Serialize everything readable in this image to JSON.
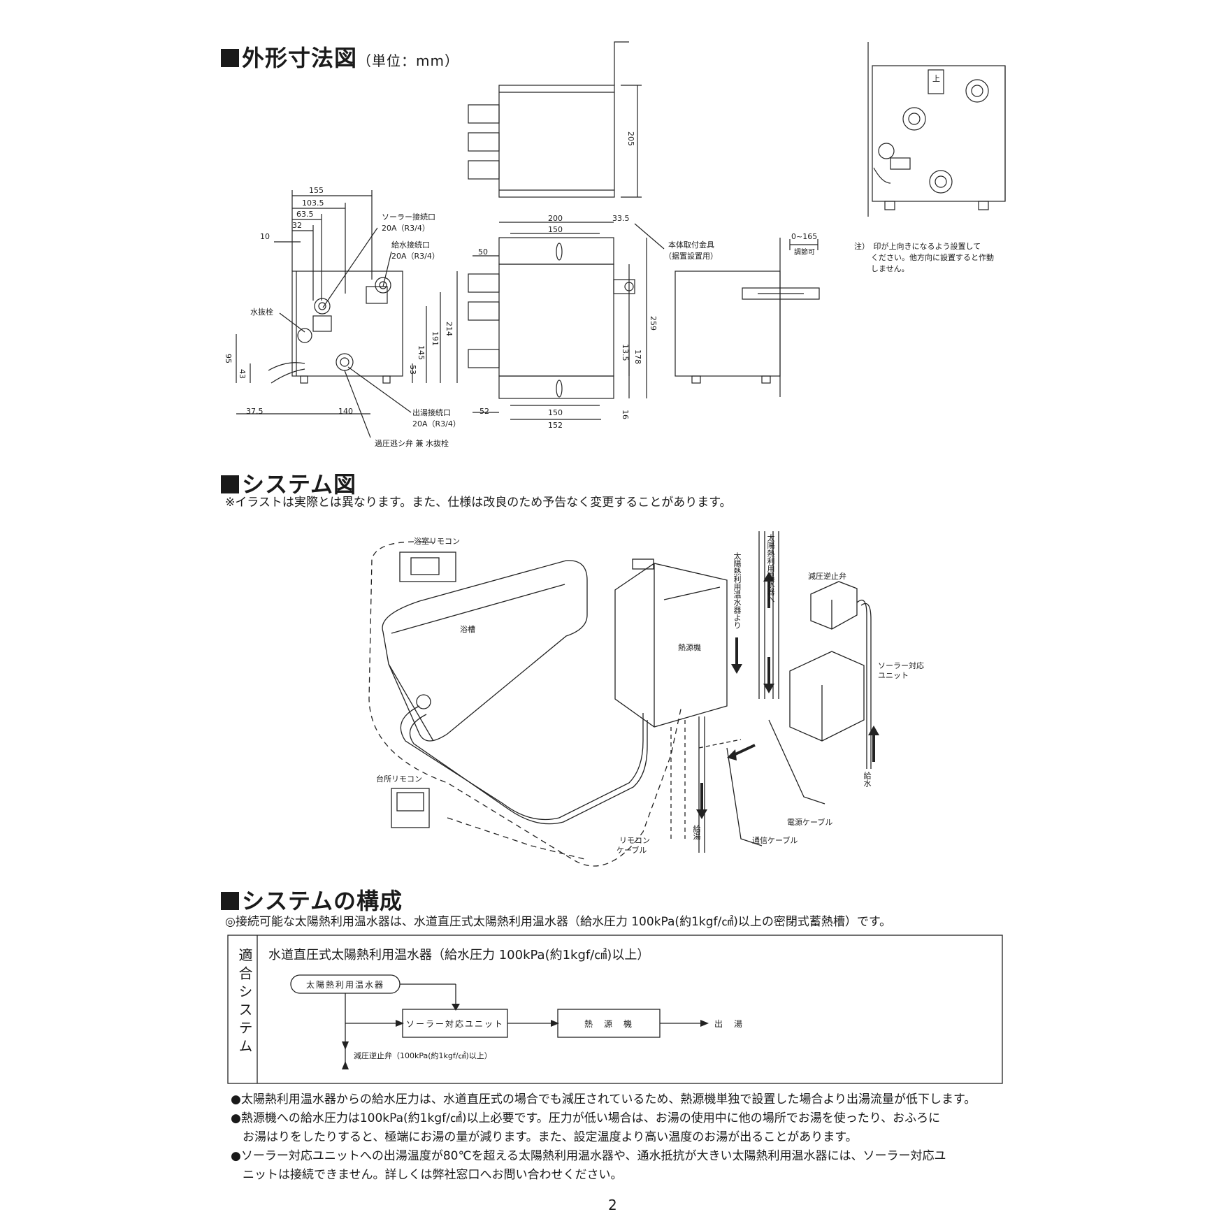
{
  "section1": {
    "title": "外形寸法図",
    "unit": "（単位：mm）"
  },
  "dims": {
    "d155": "155",
    "d103_5": "103.5",
    "d63_5": "63.5",
    "d32": "32",
    "d10": "10",
    "d95": "95",
    "d43": "43",
    "d37_5": "37.5",
    "d140": "140",
    "d191": "191",
    "d145": "145",
    "d53": "53",
    "d214": "214",
    "d200": "200",
    "d150a": "150",
    "d33_5": "33.5",
    "d50": "50",
    "d259": "259",
    "d178": "178",
    "d13_5": "13.5",
    "d16": "16",
    "d52": "52",
    "d150b": "150",
    "d152": "152",
    "d205": "205",
    "d0_165": "0~165"
  },
  "callouts": {
    "solar_port": "ソーラー接続口",
    "solar_size": "20A（R3/4）",
    "supply_port": "給水接続口",
    "supply_size": "20A（R3/4）",
    "drain": "水抜栓",
    "outlet_port": "出湯接続口",
    "outlet_size": "20A（R3/4）",
    "relief": "過圧逃シ弁 兼 水抜栓",
    "mount": "本体取付金具",
    "mount_sub": "（据置設置用）",
    "adjust": "調節可",
    "up": "上"
  },
  "note_orientation": [
    "注）　印が上向きになるよう設置して",
    "ください。他方向に設置すると作動",
    "しません。"
  ],
  "section2": {
    "title": "システム図",
    "note": "※イラストは実際とは異なります。また、仕様は改良のため予告なく変更することがあります。"
  },
  "system_labels": {
    "bath_remote": "浴室リモコン",
    "tub": "浴槽",
    "heat_source": "熱源機",
    "kitchen_remote": "台所リモコン",
    "remote_cable": [
      "リモコン",
      "ケーブル"
    ],
    "from_solar": "太陽熱利用温水器より",
    "to_solar": "太陽熱利用温水器へ",
    "valve": "減圧逆止弁",
    "solar_unit": [
      "ソーラー対応",
      "ユニット"
    ],
    "supply": "給水",
    "hot_out": "給湯",
    "power_cable": "電源ケーブル",
    "comm_cable": "通信ケーブル"
  },
  "section3": {
    "title": "システムの構成",
    "lead": "◎接続可能な太陽熱利用温水器は、水道直圧式太陽熱利用温水器（給水圧力 100kPa(約1kgf/㎠)以上の密閉式蓄熱槽）です。"
  },
  "table": {
    "side": "適合システム",
    "heading": "水道直圧式太陽熱利用温水器（給水圧力 100kPa(約1kgf/㎠)以上）",
    "solar_heater": "太陽熱利用温水器",
    "solar_unit": "ソーラー対応ユニット",
    "heat_source": "熱　源　機",
    "out": "出　湯",
    "valve": "減圧逆止弁（100kPa(約1kgf/㎠)以上）"
  },
  "bullets": [
    "●太陽熱利用温水器からの給水圧力は、水道直圧式の場合でも減圧されているため、熱源機単独で設置した場合より出湯流量が低下します。",
    "●熱源機への給水圧力は100kPa(約1kgf/㎠)以上必要です。圧力が低い場合は、お湯の使用中に他の場所でお湯を使ったり、おふろに",
    "　お湯はりをしたりすると、極端にお湯の量が減ります。また、設定温度より高い温度のお湯が出ることがあります。",
    "●ソーラー対応ユニットへの出湯温度が80℃を超える太陽熱利用温水器や、通水抵抗が大きい太陽熱利用温水器には、ソーラー対応ユ",
    "　ニットは接続できません。詳しくは弊社窓口へお問い合わせください。"
  ],
  "page_number": "2"
}
